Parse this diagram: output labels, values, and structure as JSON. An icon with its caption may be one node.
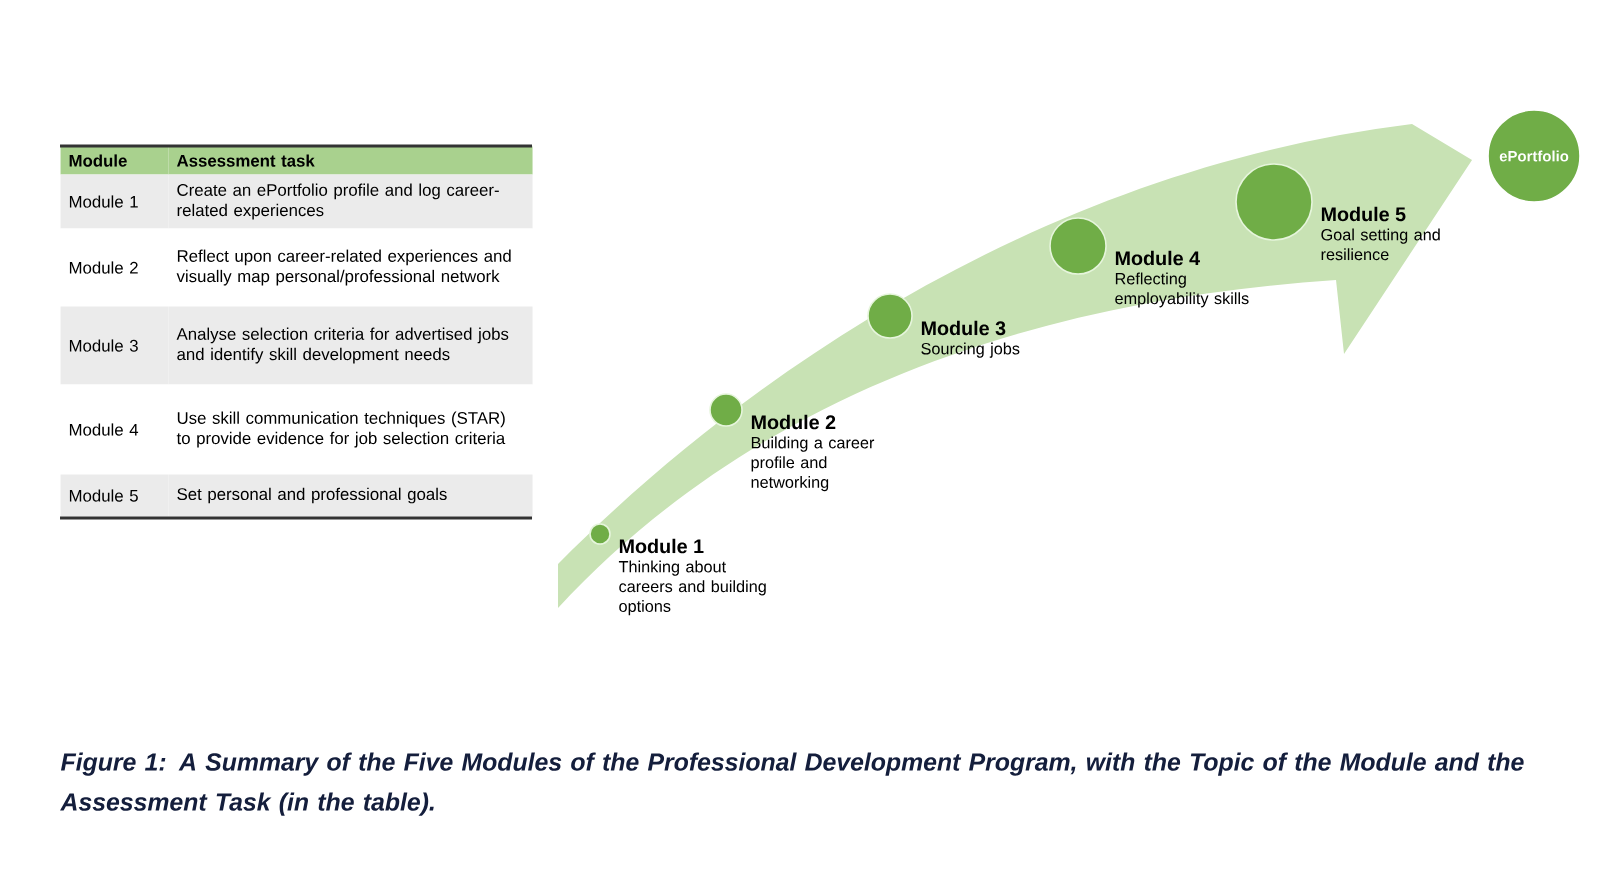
{
  "diagram": {
    "caption": "Figure 1: A Summary of the Five Modules of the Professional Development Program, with the Topic of the Module and the Assessment Task (in the table).",
    "nodes": [
      {
        "text": [],
        "shape": "circle",
        "beside": [
          "Module 1",
          "Thinking about careers and building options"
        ]
      },
      {
        "text": [],
        "shape": "circle",
        "beside": [
          "Module 2",
          "Building a career profile and networking"
        ]
      },
      {
        "text": [],
        "shape": "circle",
        "beside": [
          "Module 3",
          "Sourcing jobs"
        ]
      },
      {
        "text": [],
        "shape": "circle",
        "beside": [
          "Module 4",
          "Reflecting employability skills"
        ]
      },
      {
        "text": [],
        "shape": "circle",
        "beside": [
          "Module 5",
          "Goal setting and resilience"
        ]
      },
      {
        "text": [
          "ePortfolio"
        ]
      }
    ],
    "edges": [],
    "labels": [
      "Module",
      "Assessment task",
      "Module 1",
      "Create an ePortfolio profile and log career-related experiences",
      "Module 2",
      "Reflect upon career-related experiences and visually map personal/professional network",
      "Module 3",
      "Analyse selection criteria for advertised jobs and identify skill development needs",
      "Module 4",
      "Use skill communication techniques (STAR) to provide evidence for job selection criteria",
      "Module 5",
      "Set personal and professional goals"
    ]
  }
}
